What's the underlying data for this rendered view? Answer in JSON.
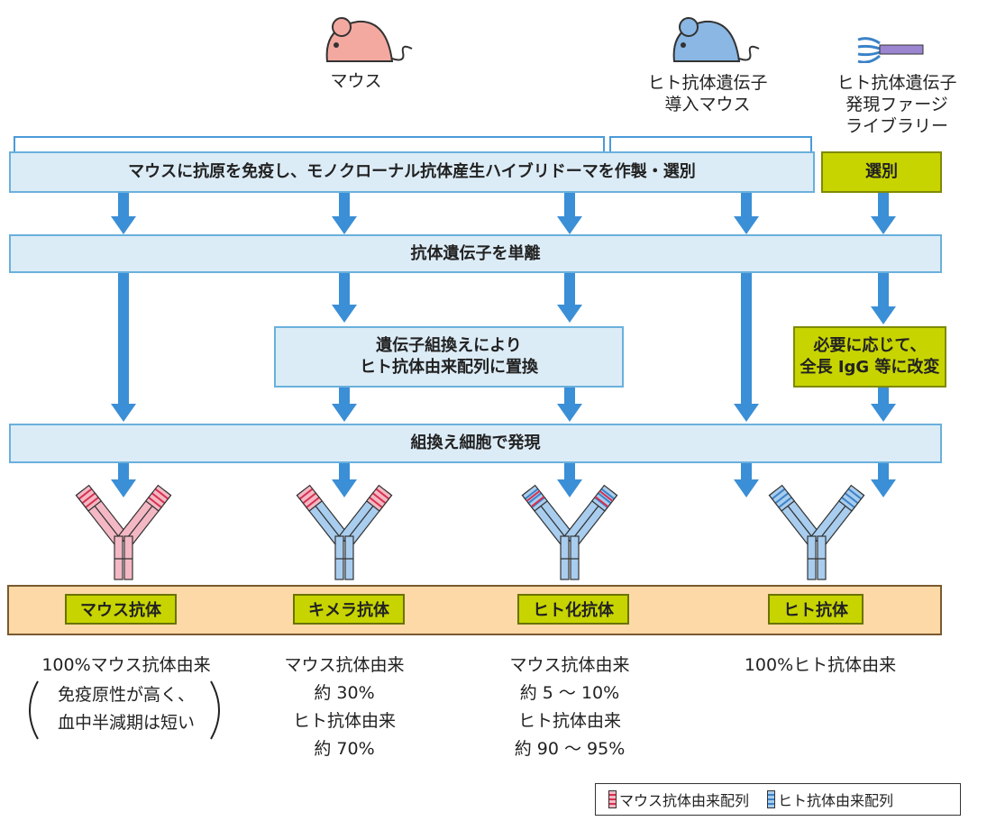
{
  "sources": {
    "mouse": "マウス",
    "transgenic_mouse": "ヒト抗体遺伝子\n導入マウス",
    "phage": "ヒト抗体遺伝子\n発現ファージ\nライブラリー"
  },
  "steps": {
    "hybridoma": "マウスに抗原を免疫し、モノクローナル抗体産生ハイブリドーマを作製・選別",
    "selection": "選別",
    "isolate_gene": "抗体遺伝子を単離",
    "recombination": "遺伝子組換えにより\nヒト抗体由来配列に置換",
    "reformat": "必要に応じて、\n全長 IgG 等に改変",
    "express": "組換え細胞で発現"
  },
  "antibody_types": [
    {
      "label": "マウス抗体",
      "description": "100%マウス抗体由来"
    },
    {
      "label": "キメラ抗体",
      "description": "マウス抗体由来\n約 30%\nヒト抗体由来\n約 70%"
    },
    {
      "label": "ヒト化抗体",
      "description": "マウス抗体由来\n約 5 〜 10%\nヒト抗体由来\n約 90 〜 95%"
    },
    {
      "label": "ヒト抗体",
      "description": "100%ヒト抗体由来"
    }
  ],
  "mouse_antibody_note": "免疫原性が高く、\n血中半減期は短い",
  "legend": {
    "mouse_seq": "マウス抗体由来配列",
    "human_seq": "ヒト抗体由来配列"
  },
  "colors": {
    "mouse_region": "#f3b8c4",
    "human_region": "#a8cdee",
    "arrow": "#3b8fd6",
    "step_box": "#dcecf7",
    "highlight_box": "#c7d400",
    "result_band": "#fcd9a6"
  }
}
